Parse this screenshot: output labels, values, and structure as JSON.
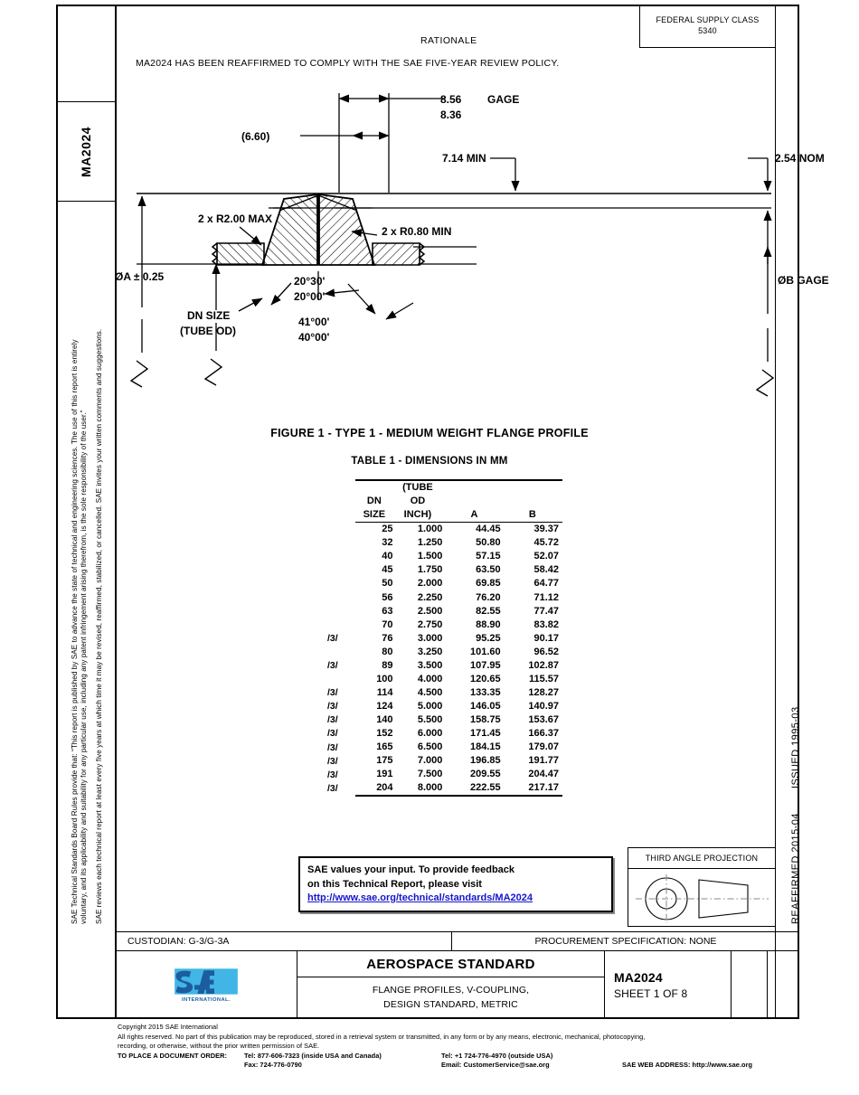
{
  "document": {
    "standard_number": "MA2024",
    "federal_supply_class_label": "FEDERAL SUPPLY CLASS",
    "federal_supply_class_value": "5340",
    "rationale_title": "RATIONALE",
    "rationale_body": "MA2024 HAS BEEN REAFFIRMED TO COMPLY WITH THE SAE FIVE-YEAR REVIEW POLICY."
  },
  "left_rail": {
    "standard_tab": "MA2024",
    "legal_line1": "SAE Technical Standards Board Rules provide that: “This report is published by SAE to advance the state of technical and engineering sciences. The use of this report is entirely",
    "legal_line2": "voluntary, and its applicability and suitability for any particular use, including any patent infringement arising therefrom, is the sole responsibility of the user.”",
    "legal_line3": "SAE reviews each technical report at least every five years at which time it may be revised, reaffirmed, stabilized, or cancelled. SAE invites your written comments and suggestions."
  },
  "right_rail": {
    "reaffirmed": "REAFFIRMED 2015-04",
    "issued": "ISSUED 1995-03"
  },
  "drawing": {
    "figure_caption": "FIGURE 1 - TYPE 1 - MEDIUM WEIGHT FLANGE PROFILE",
    "gage_upper": "8.56",
    "gage_lower": "8.36",
    "gage_label": "GAGE",
    "ref_width": "(6.60)",
    "min_7_14": "7.14 MIN",
    "nom_2_54": "2.54 NOM",
    "radius_max": "2 x R2.00 MAX",
    "radius_min": "2 x R0.80 MIN",
    "dia_a": "ØA ± 0.25",
    "dia_b": "ØB GAGE",
    "dn_size_1": "DN SIZE",
    "dn_size_2": "(TUBE OD)",
    "angle_a_upper": "20°30'",
    "angle_a_lower": "20°00'",
    "angle_b_upper": "41°00'",
    "angle_b_lower": "40°00'"
  },
  "table": {
    "caption": "TABLE 1 - DIMENSIONS IN MM",
    "headers": {
      "note": "",
      "dn": [
        "DN",
        "SIZE"
      ],
      "od": [
        "(TUBE",
        "OD",
        "INCH)"
      ],
      "a": "A",
      "b": "B"
    },
    "groups": [
      [
        {
          "note": "",
          "dn": "25",
          "od": "1.000",
          "a": "44.45",
          "b": "39.37"
        },
        {
          "note": "",
          "dn": "32",
          "od": "1.250",
          "a": "50.80",
          "b": "45.72"
        },
        {
          "note": "",
          "dn": "40",
          "od": "1.500",
          "a": "57.15",
          "b": "52.07"
        }
      ],
      [
        {
          "note": "",
          "dn": "45",
          "od": "1.750",
          "a": "63.50",
          "b": "58.42"
        },
        {
          "note": "",
          "dn": "50",
          "od": "2.000",
          "a": "69.85",
          "b": "64.77"
        },
        {
          "note": "",
          "dn": "56",
          "od": "2.250",
          "a": "76.20",
          "b": "71.12"
        }
      ],
      [
        {
          "note": "",
          "dn": "63",
          "od": "2.500",
          "a": "82.55",
          "b": "77.47"
        },
        {
          "note": "",
          "dn": "70",
          "od": "2.750",
          "a": "88.90",
          "b": "83.82"
        },
        {
          "note": "/3/",
          "dn": "76",
          "od": "3.000",
          "a": "95.25",
          "b": "90.17"
        }
      ],
      [
        {
          "note": "",
          "dn": "80",
          "od": "3.250",
          "a": "101.60",
          "b": "96.52"
        },
        {
          "note": "/3/",
          "dn": "89",
          "od": "3.500",
          "a": "107.95",
          "b": "102.87"
        },
        {
          "note": "",
          "dn": "100",
          "od": "4.000",
          "a": "120.65",
          "b": "115.57"
        }
      ],
      [
        {
          "note": "/3/",
          "dn": "114",
          "od": "4.500",
          "a": "133.35",
          "b": "128.27"
        },
        {
          "note": "/3/",
          "dn": "124",
          "od": "5.000",
          "a": "146.05",
          "b": "140.97"
        },
        {
          "note": "/3/",
          "dn": "140",
          "od": "5.500",
          "a": "158.75",
          "b": "153.67"
        }
      ],
      [
        {
          "note": "/3/",
          "dn": "152",
          "od": "6.000",
          "a": "171.45",
          "b": "166.37"
        },
        {
          "note": "/3/",
          "dn": "165",
          "od": "6.500",
          "a": "184.15",
          "b": "179.07"
        },
        {
          "note": "/3/",
          "dn": "175",
          "od": "7.000",
          "a": "196.85",
          "b": "191.77"
        }
      ],
      [
        {
          "note": "/3/",
          "dn": "191",
          "od": "7.500",
          "a": "209.55",
          "b": "204.47"
        },
        {
          "note": "/3/",
          "dn": "204",
          "od": "8.000",
          "a": "222.55",
          "b": "217.17"
        }
      ]
    ]
  },
  "feedback": {
    "line1": "SAE values your input. To provide feedback",
    "line2": "on this Technical Report, please visit",
    "link": "http://www.sae.org/technical/standards/MA2024"
  },
  "projection": {
    "title": "THIRD ANGLE PROJECTION"
  },
  "strip": {
    "custodian": "CUSTODIAN: G-3/G-3A",
    "procurement": "PROCUREMENT SPECIFICATION: NONE"
  },
  "titleblock": {
    "standard_title": "AEROSPACE STANDARD",
    "subtitle_line1": "FLANGE PROFILES, V-COUPLING,",
    "subtitle_line2": "DESIGN STANDARD, METRIC",
    "number": "MA2024",
    "sheet": "SHEET 1 OF 8",
    "logo_text": "SAE",
    "logo_sub": "INTERNATIONAL."
  },
  "footer": {
    "copyright": "Copyright 2015 SAE International",
    "rights1": "All rights reserved. No part of this publication may be reproduced, stored in a retrieval system or transmitted, in any form or by any means, electronic, mechanical, photocopying,",
    "rights2": "recording, or otherwise, without the prior written permission of SAE.",
    "order_label": "TO PLACE A DOCUMENT ORDER:",
    "tel_inside": "Tel: 877-606-7323 (inside USA and Canada)",
    "tel_outside": "Tel: +1 724-776-4970 (outside USA)",
    "fax": "Fax: 724-776-0790",
    "email": "Email: CustomerService@sae.org",
    "web_label": "SAE WEB ADDRESS: http://www.sae.org"
  },
  "colors": {
    "ink": "#000000",
    "link": "#1515cc",
    "logo_light_blue": "#41b6e6",
    "logo_dark_blue": "#1b5d9e"
  }
}
